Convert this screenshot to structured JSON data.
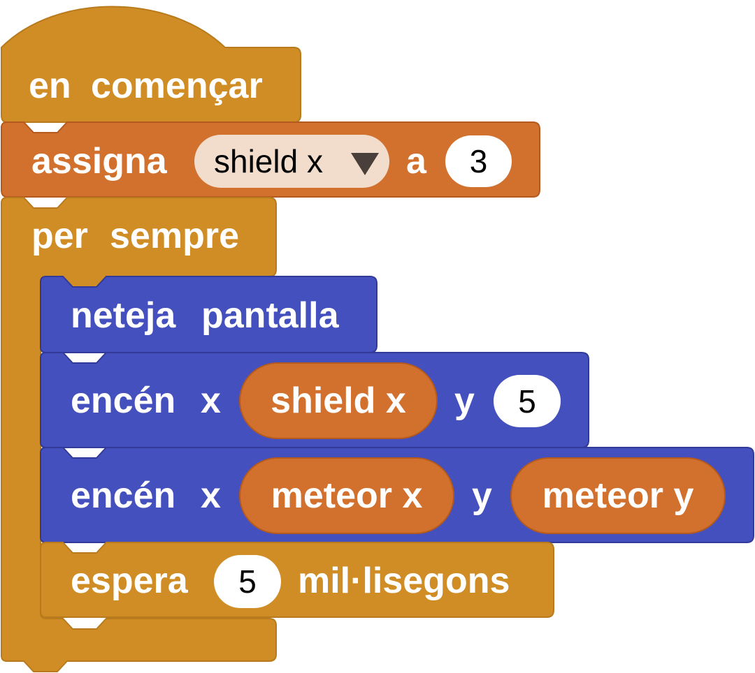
{
  "colors": {
    "event": "#d08d26",
    "event_border": "#b87a1c",
    "variables": "#d2702d",
    "variables_border": "#b45a1e",
    "led": "#4450bd",
    "led_border": "#323a99",
    "number_field": "#ffffff",
    "dropdown_field": "#f2dccb"
  },
  "on_start": {
    "label_1": "en",
    "label_2": "començar"
  },
  "set_block": {
    "label": "assigna",
    "variable_dropdown": "shield x",
    "dropdown_icon": "triangle-down-icon",
    "to_label": "a",
    "value": "3"
  },
  "forever": {
    "label_1": "per",
    "label_2": "sempre"
  },
  "clear_block": {
    "label_1": "neteja",
    "label_2": "pantalla"
  },
  "plot_1": {
    "label": "encén",
    "x_label": "x",
    "x_value": "shield x",
    "y_label": "y",
    "y_value": "5"
  },
  "plot_2": {
    "label": "encén",
    "x_label": "x",
    "x_value": "meteor x",
    "y_label": "y",
    "y_value": "meteor y"
  },
  "pause_block": {
    "label": "espera",
    "value": "5",
    "unit": "mil·lisegons"
  }
}
